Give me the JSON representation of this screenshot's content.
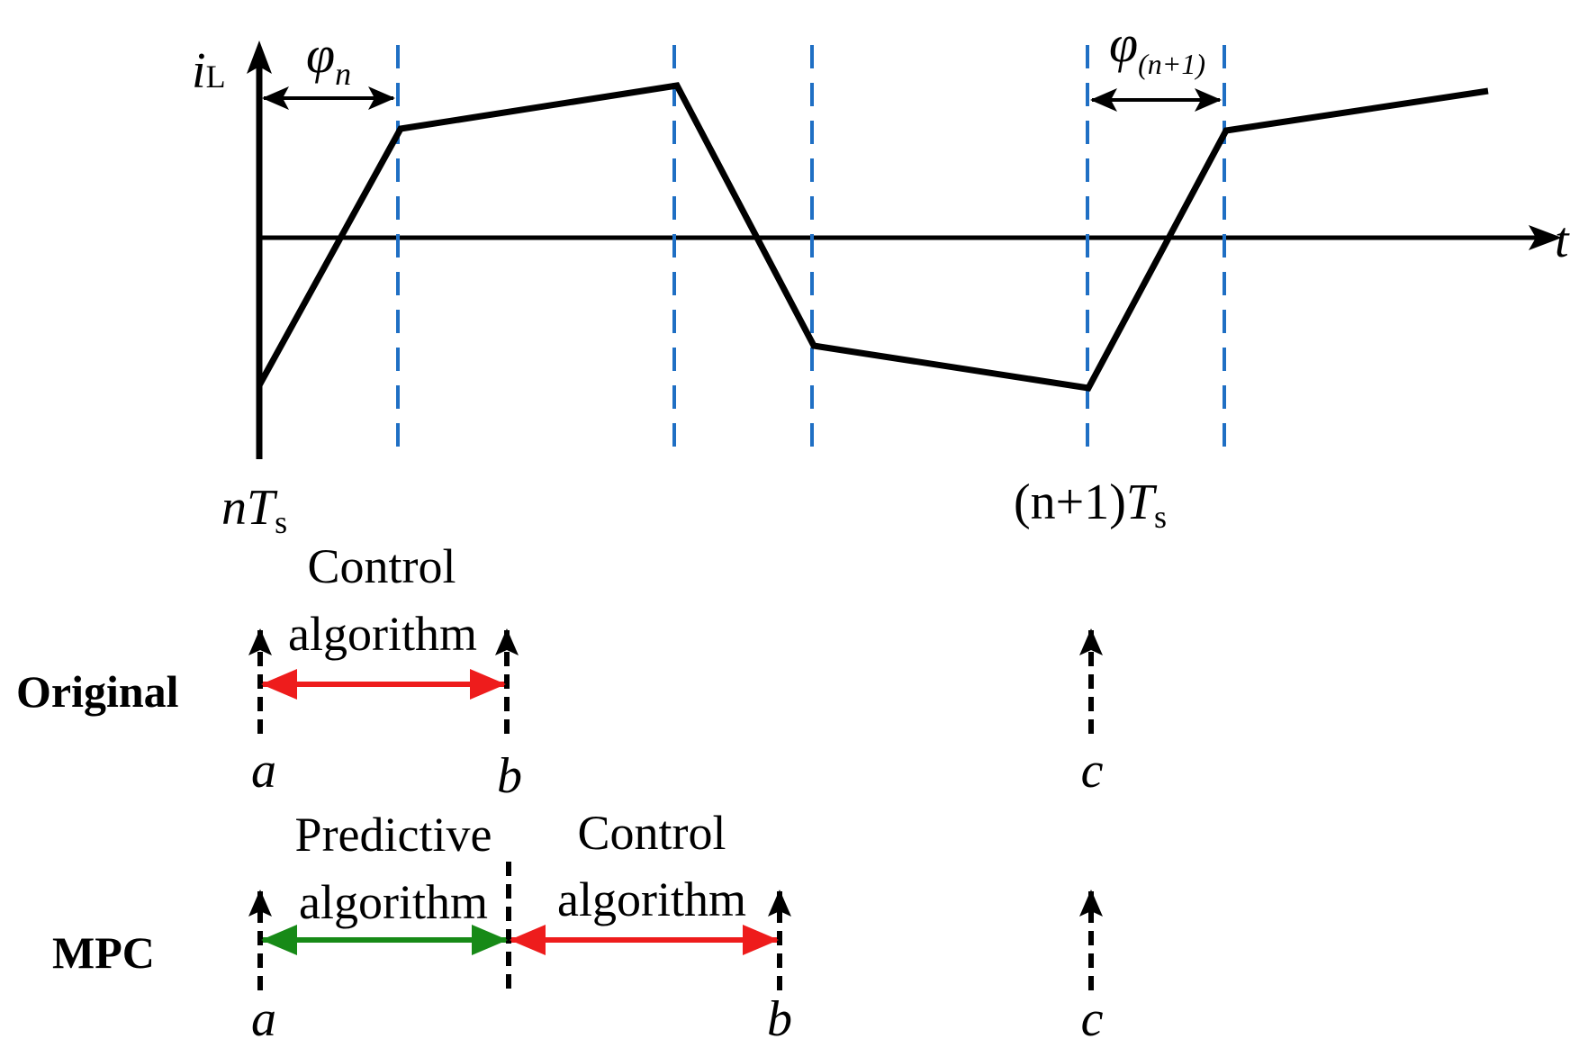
{
  "axes": {
    "y_symbol": "i",
    "y_subscript": "L",
    "x_symbol": "t"
  },
  "phase_labels": {
    "phi_symbol": "φ",
    "phi_n_subscript": "n",
    "phi_n1_subscript": "(n+1)"
  },
  "time_labels": {
    "start": {
      "prefix": "n",
      "var": "T",
      "sub": "s"
    },
    "next": {
      "prefix": "(n+1)",
      "var": "T",
      "sub": "s"
    }
  },
  "original_row": {
    "row_label": "Original",
    "algorithm_line1": "Control",
    "algorithm_line2": "algorithm",
    "points": [
      "a",
      "b",
      "c"
    ]
  },
  "mpc_row": {
    "row_label": "MPC",
    "predictive_line1": "Predictive",
    "predictive_line2": "algorithm",
    "control_line1": "Control",
    "control_line2": "algorithm",
    "points": [
      "a",
      "b",
      "c"
    ]
  },
  "colors": {
    "waveform": "#000000",
    "dashed_markers": "#1f6fc4",
    "control_arrow": "#ee1c1c",
    "predictive_arrow": "#178a17"
  }
}
